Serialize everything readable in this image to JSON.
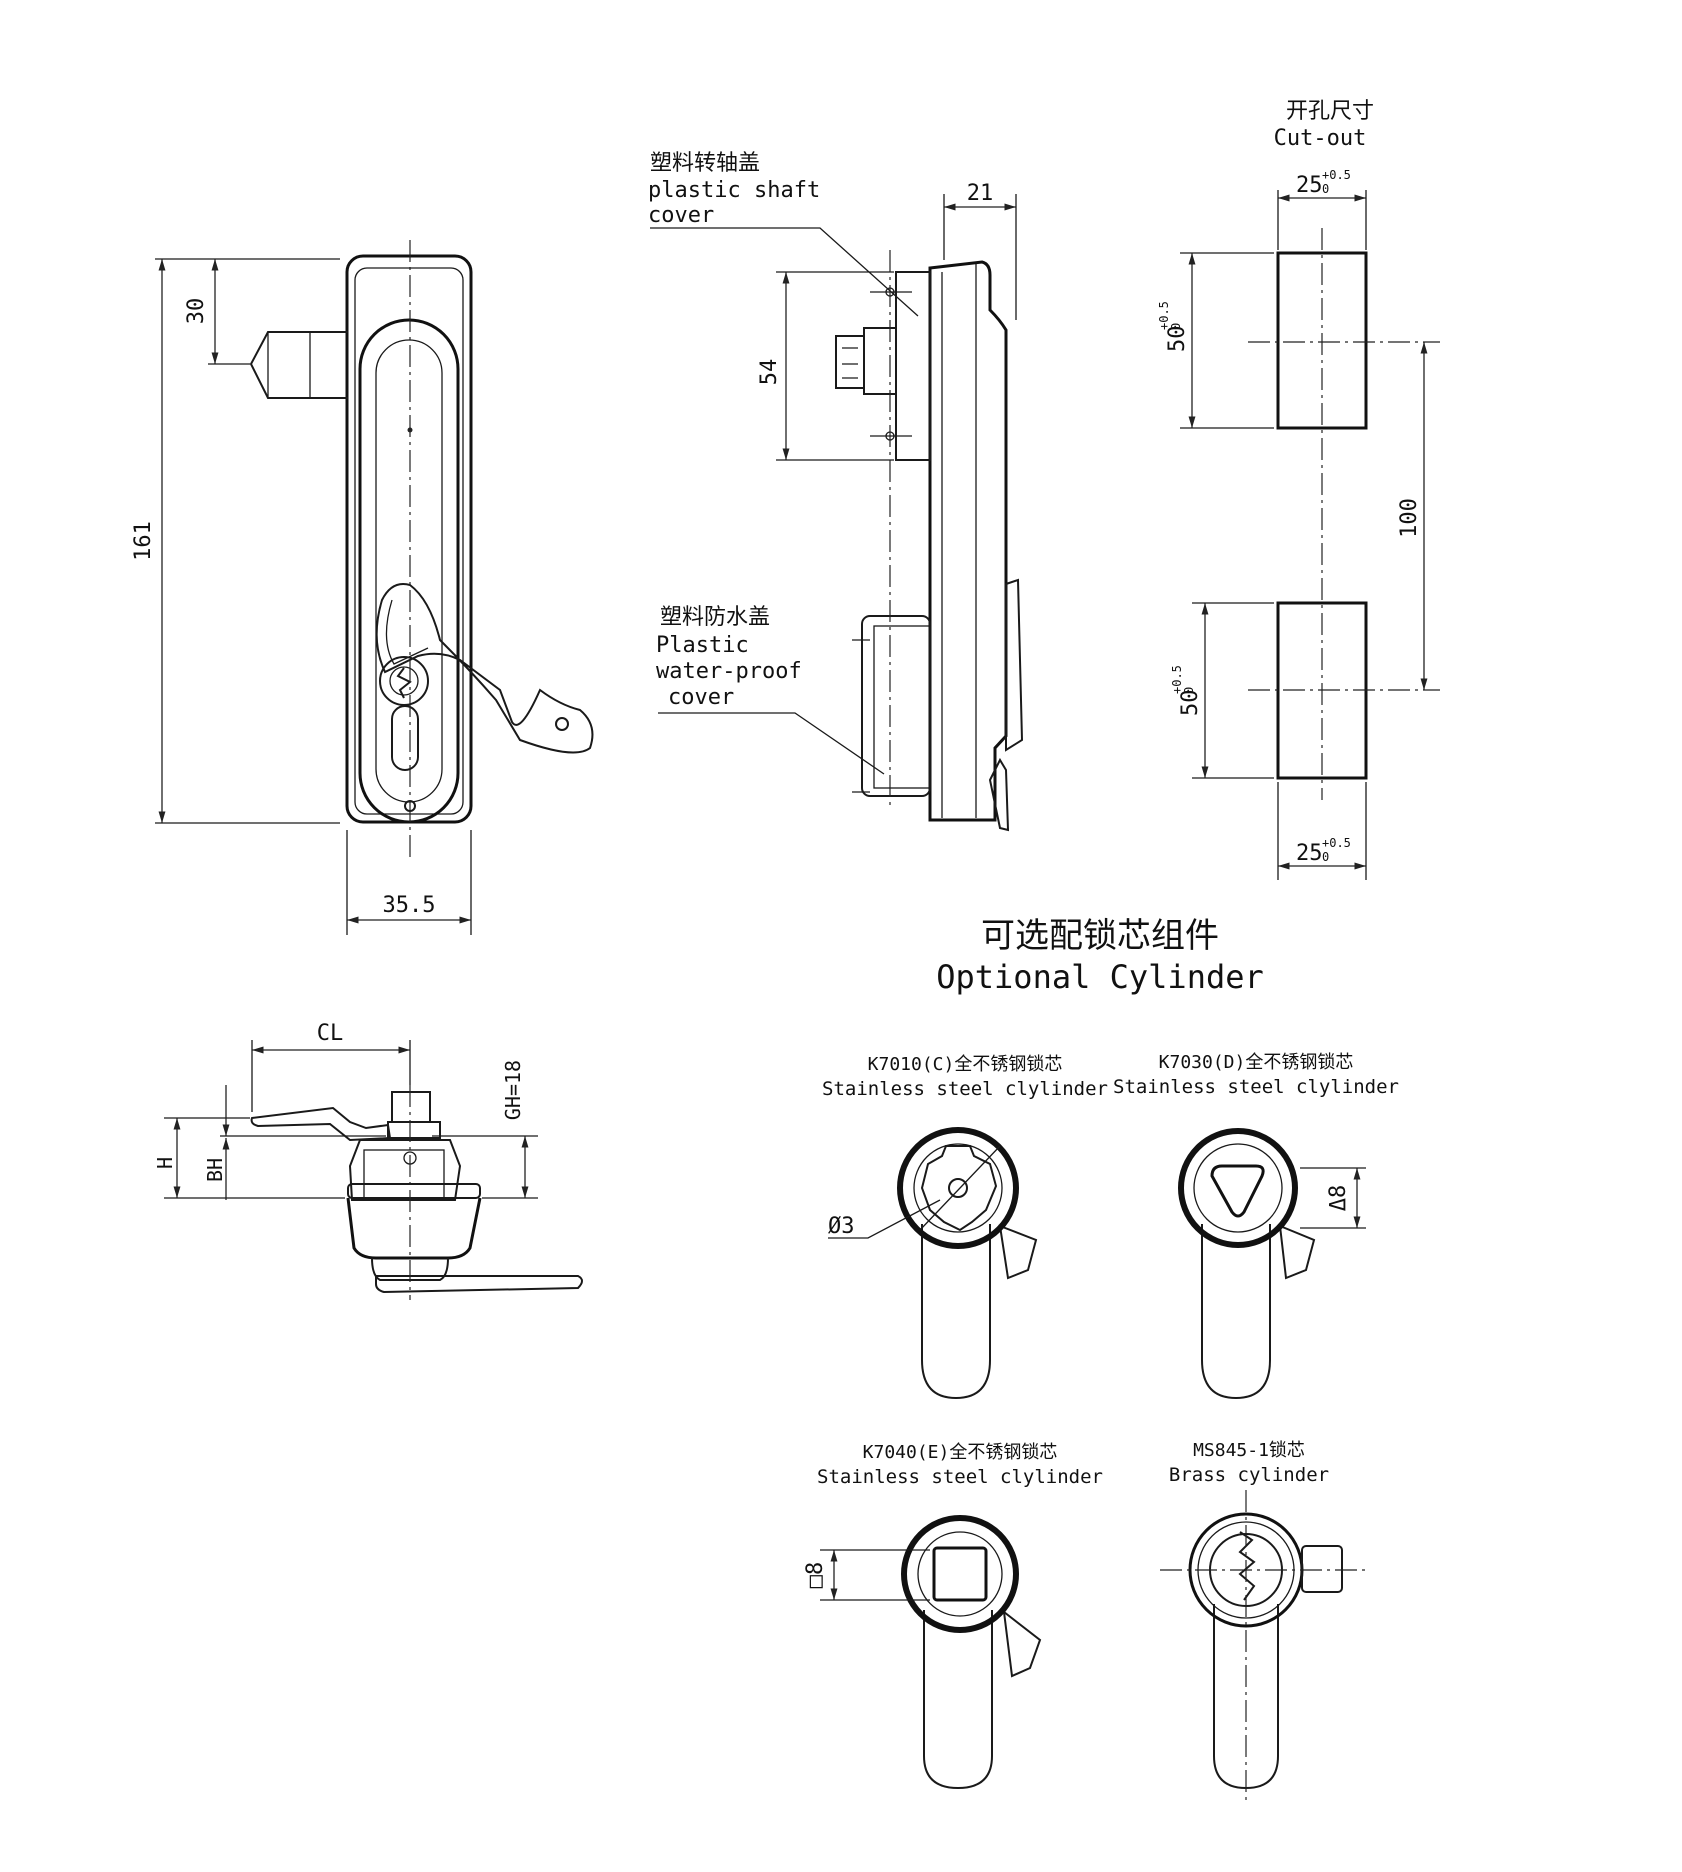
{
  "front_view": {
    "dim_height": "161",
    "dim_top": "30",
    "dim_width": "35.5"
  },
  "side_view": {
    "dim_depth": "21",
    "dim_54": "54",
    "shaft_cover_cn": "塑料转轴盖",
    "shaft_cover_en_1": "plastic shaft",
    "shaft_cover_en_2": "cover",
    "water_cover_cn": "塑料防水盖",
    "water_cover_en_1": "Plastic",
    "water_cover_en_2": "water-proof",
    "water_cover_en_3": "cover"
  },
  "cutout": {
    "title_cn": "开孔尺寸",
    "title_en": "Cut-out",
    "width_top": "25",
    "width_bottom": "25",
    "tol_upper": "+0.5",
    "tol_lower": "0",
    "height_top": "50",
    "height_bottom": "50",
    "spacing": "100"
  },
  "bottom_view": {
    "dim_cl": "CL",
    "dim_h": "H",
    "dim_bh": "BH",
    "dim_gh": "GH=18"
  },
  "optional": {
    "title_cn": "可选配锁芯组件",
    "title_en": "Optional Cylinder",
    "cylinders": [
      {
        "code": "K7010(C)全不锈钢锁芯",
        "desc": "Stainless steel clylinder",
        "dim": "Ø3"
      },
      {
        "code": "K7030(D)全不锈钢锁芯",
        "desc": "Stainless steel clylinder",
        "dim": "Δ8"
      },
      {
        "code": "K7040(E)全不锈钢锁芯",
        "desc": "Stainless steel clylinder",
        "dim": "□8"
      },
      {
        "code": "MS845-1锁芯",
        "desc": "Brass cylinder",
        "dim": ""
      }
    ]
  }
}
